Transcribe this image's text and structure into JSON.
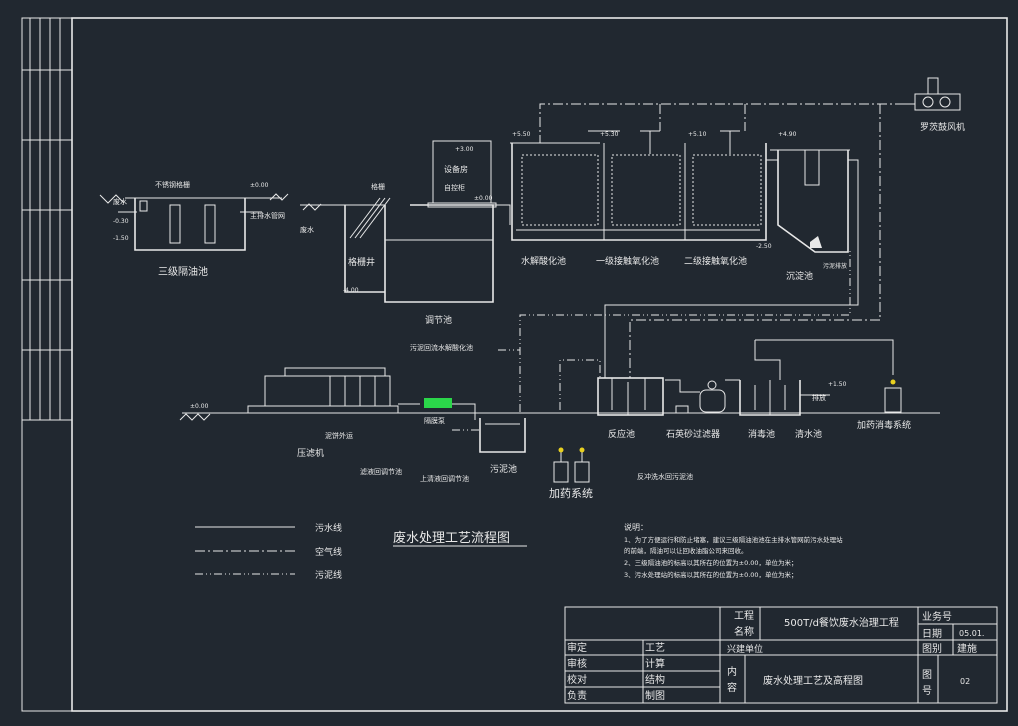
{
  "diagram": {
    "title": "废水处理工艺流程图",
    "units": {
      "oil_sep": "三级隔油池",
      "grille": "格栅井",
      "regulate": "调节池",
      "equip_room": "设备房",
      "control_box": "自控柜",
      "hydrolysis": "水解酸化池",
      "contact1": "一级接触氧化池",
      "contact2": "二级接触氧化池",
      "settle": "沉淀池",
      "blower": "罗茨鼓风机",
      "filter_press": "压滤机",
      "sludge_pool": "污泥池",
      "reaction": "反应池",
      "sand_filter": "石英砂过滤器",
      "disinfect": "消毒池",
      "clear_water": "清水池",
      "dose_disinfect": "加药消毒系统",
      "dosing": "加药系统"
    },
    "annotations": {
      "wastewater": "废水",
      "wastewater2": "废水",
      "stainless_grid": "不锈钢格栅",
      "main_pipe": "主排水管网",
      "grille_label": "格栅",
      "sludge_return": "污泥回流水解酸化池",
      "cake_out": "泥饼外运",
      "sludge_pump": "隔膜泵",
      "filtrate_return": "滤液回调节池",
      "supernatant_return": "上清液回调节池",
      "backwash_return": "反冲洗水回污泥池",
      "sludge_discharge": "污泥排放",
      "discharge": "排放"
    },
    "elevations": {
      "e_oil_top": "±0.00",
      "e_oil_1": "-0.30",
      "e_oil_2": "-1.50",
      "e_grille": "-4.00",
      "e_equip": "+3.00",
      "e_equip_2": "±0.00",
      "e_hyd": "+5.50",
      "e_c1": "+5.30",
      "e_c2": "+5.10",
      "e_settle": "+4.90",
      "e_settle_b": "-2.50",
      "e_ground_left": "±0.00",
      "e_clear": "+1.50"
    },
    "legend": {
      "water": "污水线",
      "air": "空气线",
      "sludge": "污泥线"
    },
    "notes": {
      "heading": "说明：",
      "n1a": "1、为了方便运行和防止堵塞，建议三级隔油池池在主排水管网前污水处理站",
      "n1b": "的前端，隔油可以让回收油脂公司来回收。",
      "n2": "2、三级隔油池的标高以其所在的位置为±0.00，单位为米；",
      "n3": "3、污水处理站的标高以其所在的位置为±0.00，单位为米；"
    }
  },
  "title_block": {
    "project_label_1": "工程",
    "project_label_2": "名称",
    "project_name": "500T/d餐饮废水治理工程",
    "job_no": "业务号",
    "date_label": "日期",
    "date": "05.01.",
    "drawing_type_label": "图别",
    "drawing_type": "建施",
    "builder": "兴建单位",
    "approve": "审定",
    "review": "审核",
    "check": "校对",
    "lead": "负责",
    "process": "工艺",
    "calc": "计算",
    "structure": "结构",
    "draw": "制图",
    "content_1": "内",
    "content_2": "容",
    "content": "废水处理工艺及高程图",
    "sheet_label_1": "图",
    "sheet_label_2": "号",
    "sheet_no": "02"
  }
}
